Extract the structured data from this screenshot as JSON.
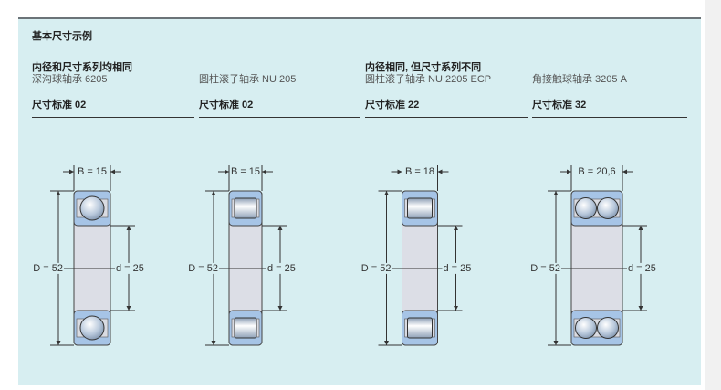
{
  "title": "基本尺寸示例",
  "columns": [
    {
      "group": "内径和尺寸系列均相同",
      "name": "深沟球轴承 6205",
      "standard": "尺寸标准 02",
      "type": "ball",
      "B": "B = 15",
      "D": "D = 52",
      "d": "d = 25"
    },
    {
      "group": "",
      "name": "圆柱滚子轴承 NU 205",
      "standard": "尺寸标准 02",
      "type": "roller",
      "B": "B = 15",
      "D": "D = 52",
      "d": "d = 25"
    },
    {
      "group": "内径相同, 但尺寸系列不同",
      "name": "圆柱滚子轴承 NU 2205 ECP",
      "standard": "尺寸标准 22",
      "type": "roller",
      "B": "B = 18",
      "D": "D = 52",
      "d": "d = 25"
    },
    {
      "group": "",
      "name": "角接触球轴承 3205 A",
      "standard": "尺寸标准 32",
      "type": "double-ball",
      "B": "B = 20,6",
      "D": "D = 52",
      "d": "d = 25"
    }
  ],
  "colors": {
    "ring": "#a6c4e6",
    "bore": "#dcdee6",
    "panel": "#d7eef1"
  }
}
